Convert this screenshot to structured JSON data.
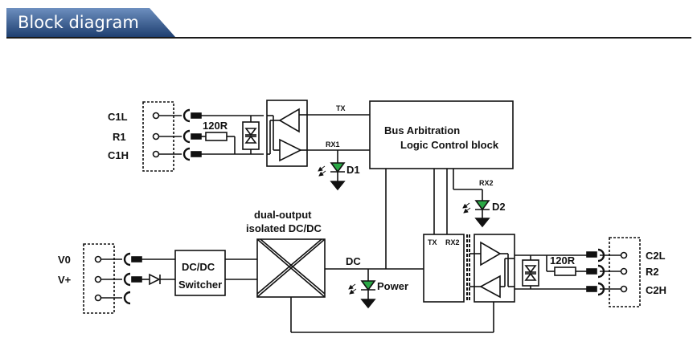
{
  "header": {
    "title": "Block diagram",
    "tab_color_dark": "#1e3f70",
    "tab_color_light": "#6d8fbf"
  },
  "diagram": {
    "ports_left_top": [
      "C1L",
      "R1",
      "C1H"
    ],
    "ports_left_bottom": [
      "V0",
      "V+"
    ],
    "ports_right": [
      "C2L",
      "R2",
      "C2H"
    ],
    "resistor_left": "120R",
    "resistor_right": "120R",
    "signal_tx": "TX",
    "signal_rx1": "RX1",
    "signal_rx2": "RX2",
    "logic_block_line1": "Bus Arbitration",
    "logic_block_line2": "Logic Control block",
    "led_d1": "D1",
    "led_d2": "D2",
    "led_power": "Power",
    "dcdc_switcher_line1": "DC/DC",
    "dcdc_switcher_line2": "Switcher",
    "isolated_line1": "dual-output",
    "isolated_line2": "isolated DC/DC",
    "dc_label": "DC",
    "iso_tx": "TX",
    "iso_rx2": "RX2",
    "led_color": "#2aa845"
  }
}
